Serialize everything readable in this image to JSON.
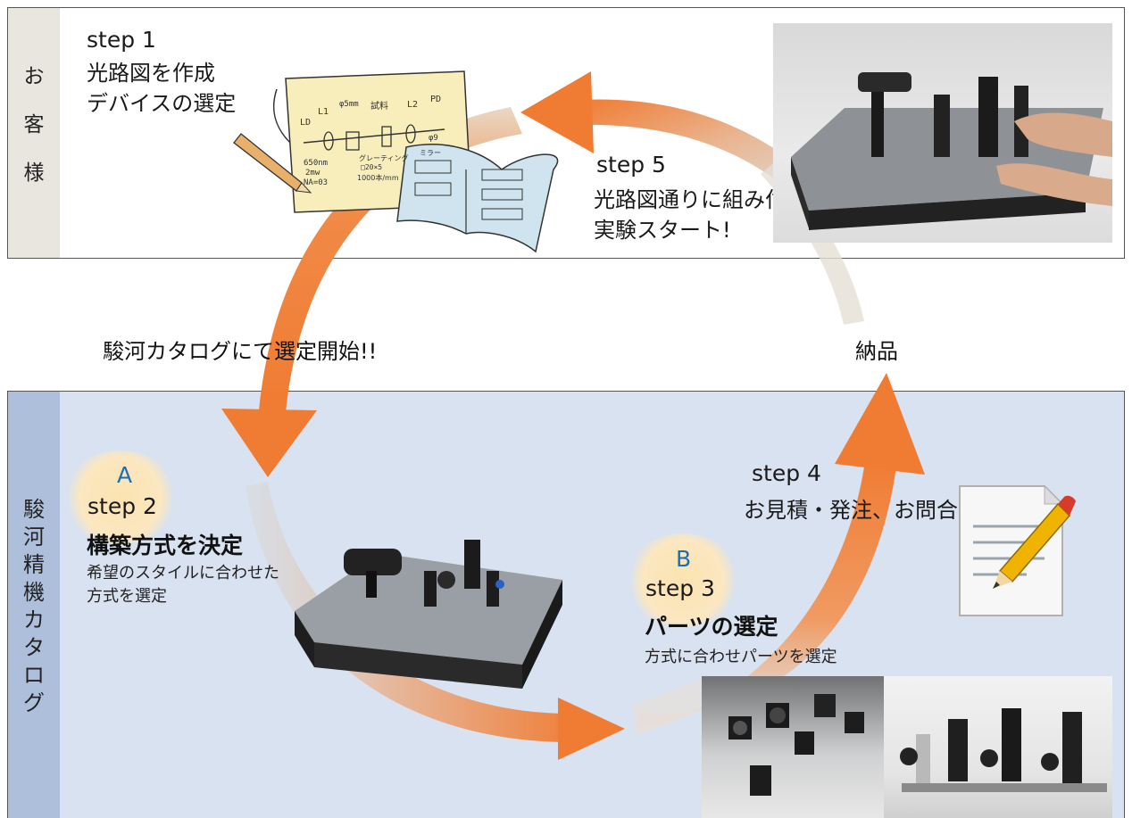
{
  "customer_panel": {
    "side_label": [
      "お",
      "客",
      "様"
    ],
    "step1": {
      "step": "step 1",
      "lines": [
        "光路図を作成",
        "デバイスの選定"
      ]
    },
    "step5": {
      "step": "step 5",
      "lines": [
        "光路図通りに組み付け",
        "実験スタート!"
      ]
    }
  },
  "middle": {
    "start_label": "駿河カタログにて選定開始!!",
    "delivery_label": "納品"
  },
  "catalog_panel": {
    "side_label": [
      "駿",
      "河",
      "精",
      "機",
      "カ",
      "タ",
      "ロ",
      "グ"
    ],
    "step2": {
      "badge": "A",
      "step": "step 2",
      "title": "構築方式を決定",
      "sub": [
        "希望のスタイルに合わせた",
        "方式を選定"
      ]
    },
    "step3": {
      "badge": "B",
      "step": "step 3",
      "title": "パーツの選定",
      "sub": "方式に合わせパーツを選定"
    },
    "step4": {
      "step": "step 4",
      "text": "お見積・発注、お問合わせ"
    }
  },
  "sketch": {
    "labels": [
      "LD",
      "L1",
      "φ5mm",
      "試料",
      "L2",
      "PD",
      "650nm",
      "2mw",
      "NA=03",
      "グレーティング",
      "□20×5",
      "1000本/mm",
      "φ9",
      "ミラー"
    ]
  },
  "colors": {
    "arrow_orange": "#f07b32",
    "arrow_fade": "#e8e2d6",
    "catalog_bg": "#d8e2f1",
    "catalog_side": "#aebfdc",
    "customer_side": "#e9e6df",
    "badge_letter": "#1d6fb5"
  }
}
